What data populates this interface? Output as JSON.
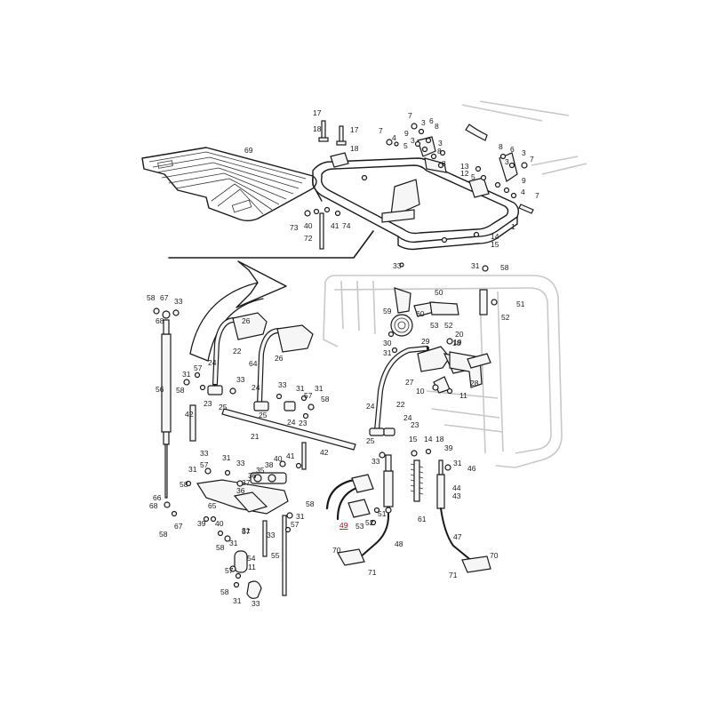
{
  "diagram": {
    "highlight_color": "#d0021b",
    "line_color": "#1a1a1a",
    "ghost_color": "#c8c8c8",
    "labels": [
      {
        "id": "l69",
        "text": "69"
      },
      {
        "id": "l17a",
        "text": "17"
      },
      {
        "id": "l18a",
        "text": "18"
      },
      {
        "id": "l17b",
        "text": "17"
      },
      {
        "id": "l18b",
        "text": "18"
      },
      {
        "id": "l7a",
        "text": "7"
      },
      {
        "id": "l4a",
        "text": "4"
      },
      {
        "id": "l7b",
        "text": "7"
      },
      {
        "id": "l3a",
        "text": "3"
      },
      {
        "id": "l6a",
        "text": "6"
      },
      {
        "id": "l9a",
        "text": "9"
      },
      {
        "id": "l8a",
        "text": "8"
      },
      {
        "id": "l3b",
        "text": "3"
      },
      {
        "id": "l5a",
        "text": "5"
      },
      {
        "id": "l3c",
        "text": "3"
      },
      {
        "id": "l8b",
        "text": "8"
      },
      {
        "id": "l8c",
        "text": "8"
      },
      {
        "id": "l6b",
        "text": "6"
      },
      {
        "id": "l3d",
        "text": "3"
      },
      {
        "id": "l7c",
        "text": "7"
      },
      {
        "id": "l8d",
        "text": "8"
      },
      {
        "id": "l3e",
        "text": "3"
      },
      {
        "id": "l13",
        "text": "13"
      },
      {
        "id": "l12",
        "text": "12"
      },
      {
        "id": "l5b",
        "text": "5"
      },
      {
        "id": "l9b",
        "text": "9"
      },
      {
        "id": "l4b",
        "text": "4"
      },
      {
        "id": "l7d",
        "text": "7"
      },
      {
        "id": "l73",
        "text": "73"
      },
      {
        "id": "l40a",
        "text": "40"
      },
      {
        "id": "l41a",
        "text": "41"
      },
      {
        "id": "l74",
        "text": "74"
      },
      {
        "id": "l72",
        "text": "72"
      },
      {
        "id": "l1",
        "text": "1"
      },
      {
        "id": "l14a",
        "text": "14"
      },
      {
        "id": "l15a",
        "text": "15"
      },
      {
        "id": "l33a",
        "text": "33"
      },
      {
        "id": "l31a",
        "text": "31"
      },
      {
        "id": "l58a",
        "text": "58"
      },
      {
        "id": "l50",
        "text": "50"
      },
      {
        "id": "l51a",
        "text": "51"
      },
      {
        "id": "l52a",
        "text": "52"
      },
      {
        "id": "l59",
        "text": "59"
      },
      {
        "id": "l60",
        "text": "60"
      },
      {
        "id": "l53a",
        "text": "53"
      },
      {
        "id": "l52b",
        "text": "52"
      },
      {
        "id": "l20",
        "text": "20"
      },
      {
        "id": "l19",
        "text": "19"
      },
      {
        "id": "l18c",
        "text": "18"
      },
      {
        "id": "l30",
        "text": "30"
      },
      {
        "id": "l31b",
        "text": "31"
      },
      {
        "id": "l29",
        "text": "29"
      },
      {
        "id": "l27",
        "text": "27"
      },
      {
        "id": "l28",
        "text": "28"
      },
      {
        "id": "l10",
        "text": "10"
      },
      {
        "id": "l11a",
        "text": "11"
      },
      {
        "id": "l58b",
        "text": "58"
      },
      {
        "id": "l67a",
        "text": "67"
      },
      {
        "id": "l33b",
        "text": "33"
      },
      {
        "id": "l68a",
        "text": "68"
      },
      {
        "id": "l26a",
        "text": "26"
      },
      {
        "id": "l26b",
        "text": "26"
      },
      {
        "id": "l22a",
        "text": "22"
      },
      {
        "id": "l24a",
        "text": "24"
      },
      {
        "id": "l64",
        "text": "64"
      },
      {
        "id": "l57a",
        "text": "57"
      },
      {
        "id": "l31c",
        "text": "31"
      },
      {
        "id": "l58c",
        "text": "58"
      },
      {
        "id": "l56",
        "text": "56"
      },
      {
        "id": "l33c",
        "text": "33"
      },
      {
        "id": "l23a",
        "text": "23"
      },
      {
        "id": "l25a",
        "text": "25"
      },
      {
        "id": "l24b",
        "text": "24"
      },
      {
        "id": "l33d",
        "text": "33"
      },
      {
        "id": "l31d",
        "text": "31"
      },
      {
        "id": "l31e",
        "text": "31"
      },
      {
        "id": "l57b",
        "text": "57"
      },
      {
        "id": "l58d",
        "text": "58"
      },
      {
        "id": "l42a",
        "text": "42"
      },
      {
        "id": "l25b",
        "text": "25"
      },
      {
        "id": "l24c",
        "text": "24"
      },
      {
        "id": "l23b",
        "text": "23"
      },
      {
        "id": "l21",
        "text": "21"
      },
      {
        "id": "l42b",
        "text": "42"
      },
      {
        "id": "l24d",
        "text": "24"
      },
      {
        "id": "l22b",
        "text": "22"
      },
      {
        "id": "l24e",
        "text": "24"
      },
      {
        "id": "l23c",
        "text": "23"
      },
      {
        "id": "l25c",
        "text": "25"
      },
      {
        "id": "l15b",
        "text": "15"
      },
      {
        "id": "l14b",
        "text": "14"
      },
      {
        "id": "l18d",
        "text": "18"
      },
      {
        "id": "l39a",
        "text": "39"
      },
      {
        "id": "l33e",
        "text": "33"
      },
      {
        "id": "l31f",
        "text": "31"
      },
      {
        "id": "l46",
        "text": "46"
      },
      {
        "id": "l44",
        "text": "44"
      },
      {
        "id": "l43",
        "text": "43"
      },
      {
        "id": "l33f",
        "text": "33"
      },
      {
        "id": "l31g",
        "text": "31"
      },
      {
        "id": "l57c",
        "text": "57"
      },
      {
        "id": "l33g",
        "text": "33"
      },
      {
        "id": "l58e",
        "text": "58"
      },
      {
        "id": "l31h",
        "text": "31"
      },
      {
        "id": "l41b",
        "text": "41"
      },
      {
        "id": "l40b",
        "text": "40"
      },
      {
        "id": "l38",
        "text": "38"
      },
      {
        "id": "l35",
        "text": "35"
      },
      {
        "id": "l36a",
        "text": "36"
      },
      {
        "id": "l37",
        "text": "37"
      },
      {
        "id": "l36b",
        "text": "36"
      },
      {
        "id": "l66",
        "text": "66"
      },
      {
        "id": "l68b",
        "text": "68"
      },
      {
        "id": "l67b",
        "text": "67"
      },
      {
        "id": "l58f",
        "text": "58"
      },
      {
        "id": "l65",
        "text": "65"
      },
      {
        "id": "l39b",
        "text": "39"
      },
      {
        "id": "l40c",
        "text": "40"
      },
      {
        "id": "l57d",
        "text": "57"
      },
      {
        "id": "l31i",
        "text": "31"
      },
      {
        "id": "l58g",
        "text": "58"
      },
      {
        "id": "l31j",
        "text": "31"
      },
      {
        "id": "l33h",
        "text": "33"
      },
      {
        "id": "l58h",
        "text": "58"
      },
      {
        "id": "l31k",
        "text": "31"
      },
      {
        "id": "l57e",
        "text": "57"
      },
      {
        "id": "l51b",
        "text": "51"
      },
      {
        "id": "l49",
        "text": "49"
      },
      {
        "id": "l53b",
        "text": "53"
      },
      {
        "id": "l52c",
        "text": "52"
      },
      {
        "id": "l61",
        "text": "61"
      },
      {
        "id": "l48",
        "text": "48"
      },
      {
        "id": "l47",
        "text": "47"
      },
      {
        "id": "l54",
        "text": "54"
      },
      {
        "id": "l11b",
        "text": "11"
      },
      {
        "id": "l55",
        "text": "55"
      },
      {
        "id": "l57f",
        "text": "57"
      },
      {
        "id": "l58i",
        "text": "58"
      },
      {
        "id": "l31l",
        "text": "31"
      },
      {
        "id": "l33i",
        "text": "33"
      },
      {
        "id": "l70a",
        "text": "70"
      },
      {
        "id": "l71a",
        "text": "71"
      },
      {
        "id": "l70b",
        "text": "70"
      },
      {
        "id": "l71b",
        "text": "71"
      }
    ]
  }
}
